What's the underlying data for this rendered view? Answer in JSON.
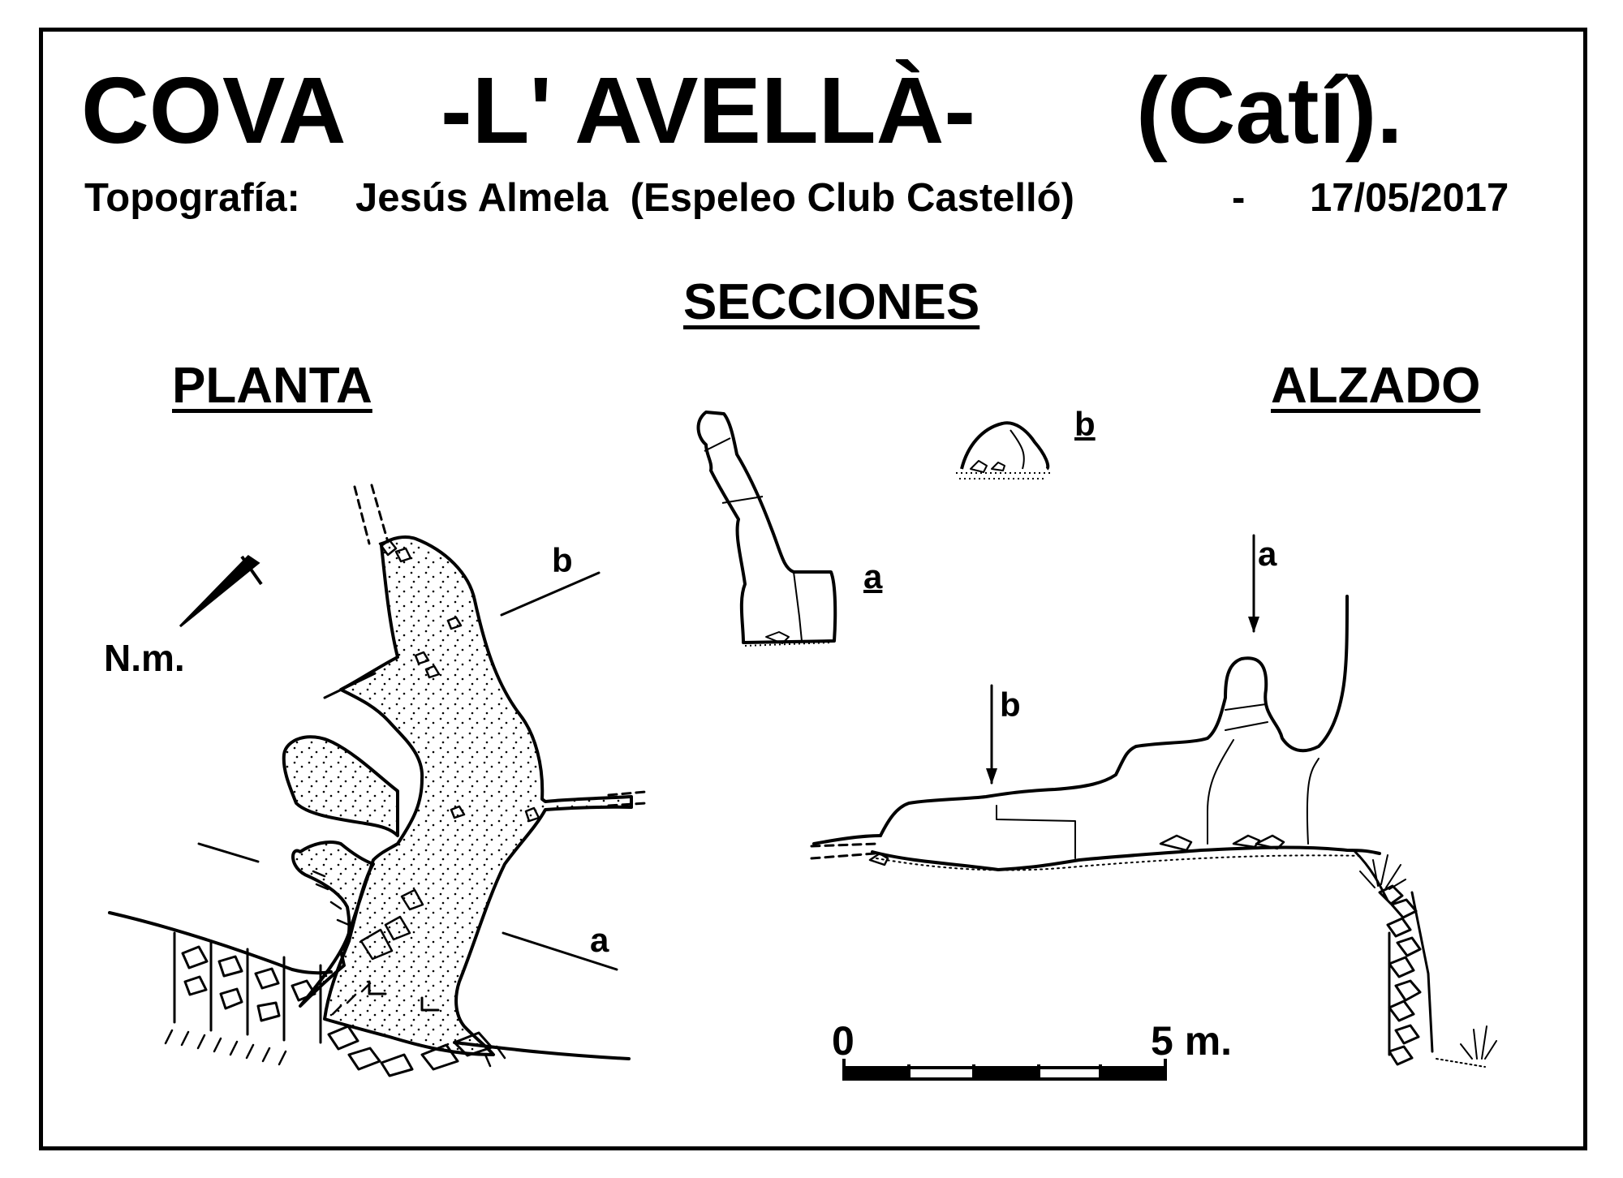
{
  "title": {
    "cova": "COVA",
    "name": "-L' AVELLÀ-",
    "place": "(Catí)."
  },
  "credit": {
    "label": "Topografía:",
    "author": "Jesús Almela  (Espeleo Club Castelló)",
    "dash": "-",
    "date": "17/05/2017"
  },
  "headers": {
    "secciones": "SECCIONES",
    "planta": "PLANTA",
    "alzado": "ALZADO"
  },
  "labels": {
    "north": "N.m.",
    "section_a": "a",
    "section_b": "b",
    "plan_b": "b",
    "plan_a": "a",
    "elev_a": "a",
    "elev_b": "b"
  },
  "scale": {
    "start": "0",
    "end": "5 m."
  },
  "colors": {
    "ink": "#000000",
    "paper": "#ffffff"
  }
}
